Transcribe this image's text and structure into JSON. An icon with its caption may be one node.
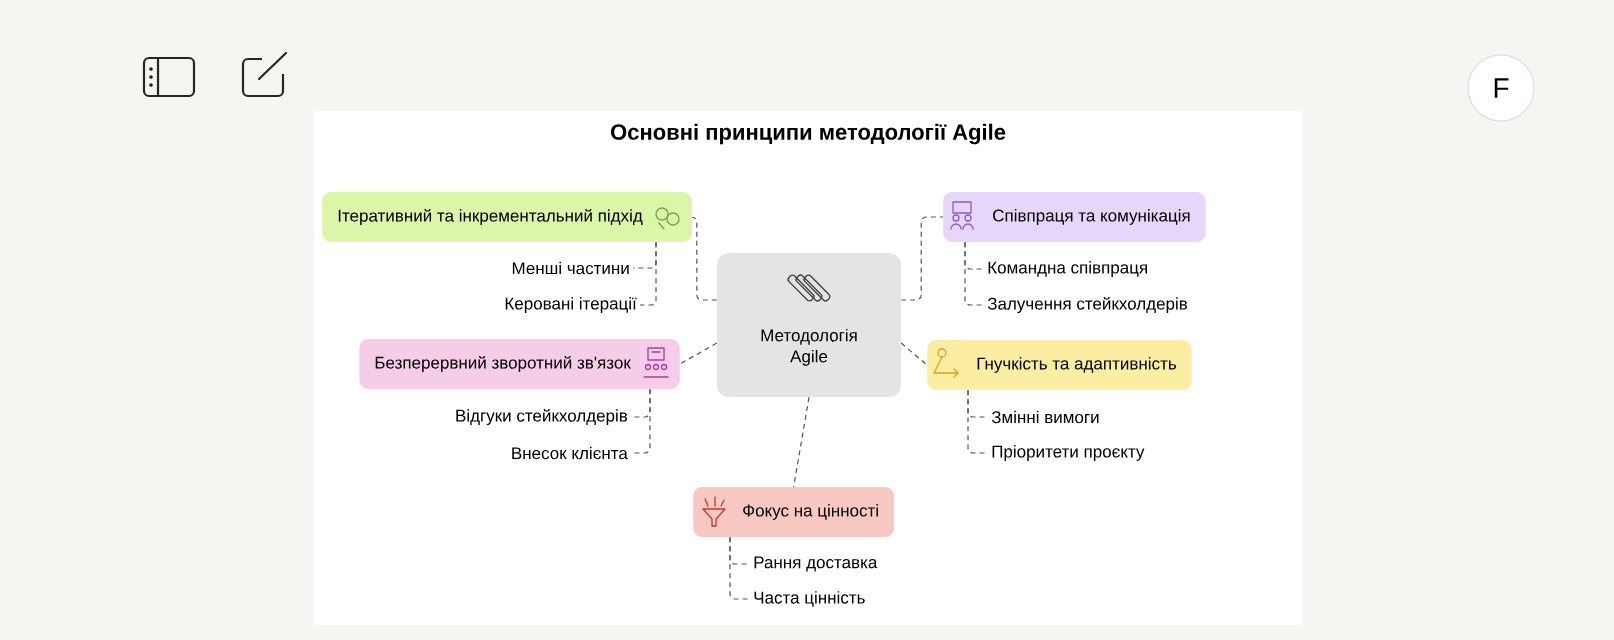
{
  "diagram": {
    "title": "Основні принципи методології Agile",
    "nodes": [
      {
        "text": [
          "Ітеративний та інкрементальний підхід"
        ]
      },
      {
        "text": [
          "Менші частини"
        ]
      },
      {
        "text": [
          "Керовані ітерації"
        ]
      },
      {
        "text": [
          "Співпраця та комунікація"
        ]
      },
      {
        "text": [
          "Командна співпраця"
        ]
      },
      {
        "text": [
          "Залучення стейкхолдерів"
        ]
      },
      {
        "text": [
          "Методологія Agile"
        ]
      },
      {
        "text": [
          "Безперервний зворотний зв'язок"
        ]
      },
      {
        "text": [
          "Відгуки стейкхолдерів"
        ]
      },
      {
        "text": [
          "Внесок клієнта"
        ]
      },
      {
        "text": [
          "Гнучкість та адаптивність"
        ]
      },
      {
        "text": [
          "Змінні вимоги"
        ]
      },
      {
        "text": [
          "Пріоритети проєкту"
        ]
      },
      {
        "text": [
          "Фокус на цінності"
        ]
      },
      {
        "text": [
          "Рання доставка"
        ]
      },
      {
        "text": [
          "Часта цінність"
        ]
      }
    ],
    "edges": [
      {
        "from": 6,
        "to": 0,
        "arrow": "none",
        "style": "dashed"
      },
      {
        "from": 6,
        "to": 3,
        "arrow": "none",
        "style": "dashed"
      },
      {
        "from": 6,
        "to": 7,
        "arrow": "none",
        "style": "dashed"
      },
      {
        "from": 6,
        "to": 10,
        "arrow": "none",
        "style": "dashed"
      },
      {
        "from": 6,
        "to": 13,
        "arrow": "none",
        "style": "dashed"
      },
      {
        "from": 0,
        "to": 1,
        "arrow": "none",
        "style": "dashed"
      },
      {
        "from": 0,
        "to": 2,
        "arrow": "none",
        "style": "dashed"
      },
      {
        "from": 3,
        "to": 4,
        "arrow": "none",
        "style": "dashed"
      },
      {
        "from": 3,
        "to": 5,
        "arrow": "none",
        "style": "dashed"
      },
      {
        "from": 7,
        "to": 8,
        "arrow": "none",
        "style": "dashed"
      },
      {
        "from": 7,
        "to": 9,
        "arrow": "none",
        "style": "dashed"
      },
      {
        "from": 10,
        "to": 11,
        "arrow": "none",
        "style": "dashed"
      },
      {
        "from": 10,
        "to": 12,
        "arrow": "none",
        "style": "dashed"
      },
      {
        "from": 13,
        "to": 14,
        "arrow": "none",
        "style": "dashed"
      },
      {
        "from": 13,
        "to": 15,
        "arrow": "none",
        "style": "dashed"
      }
    ],
    "labels": [
      "F"
    ]
  }
}
